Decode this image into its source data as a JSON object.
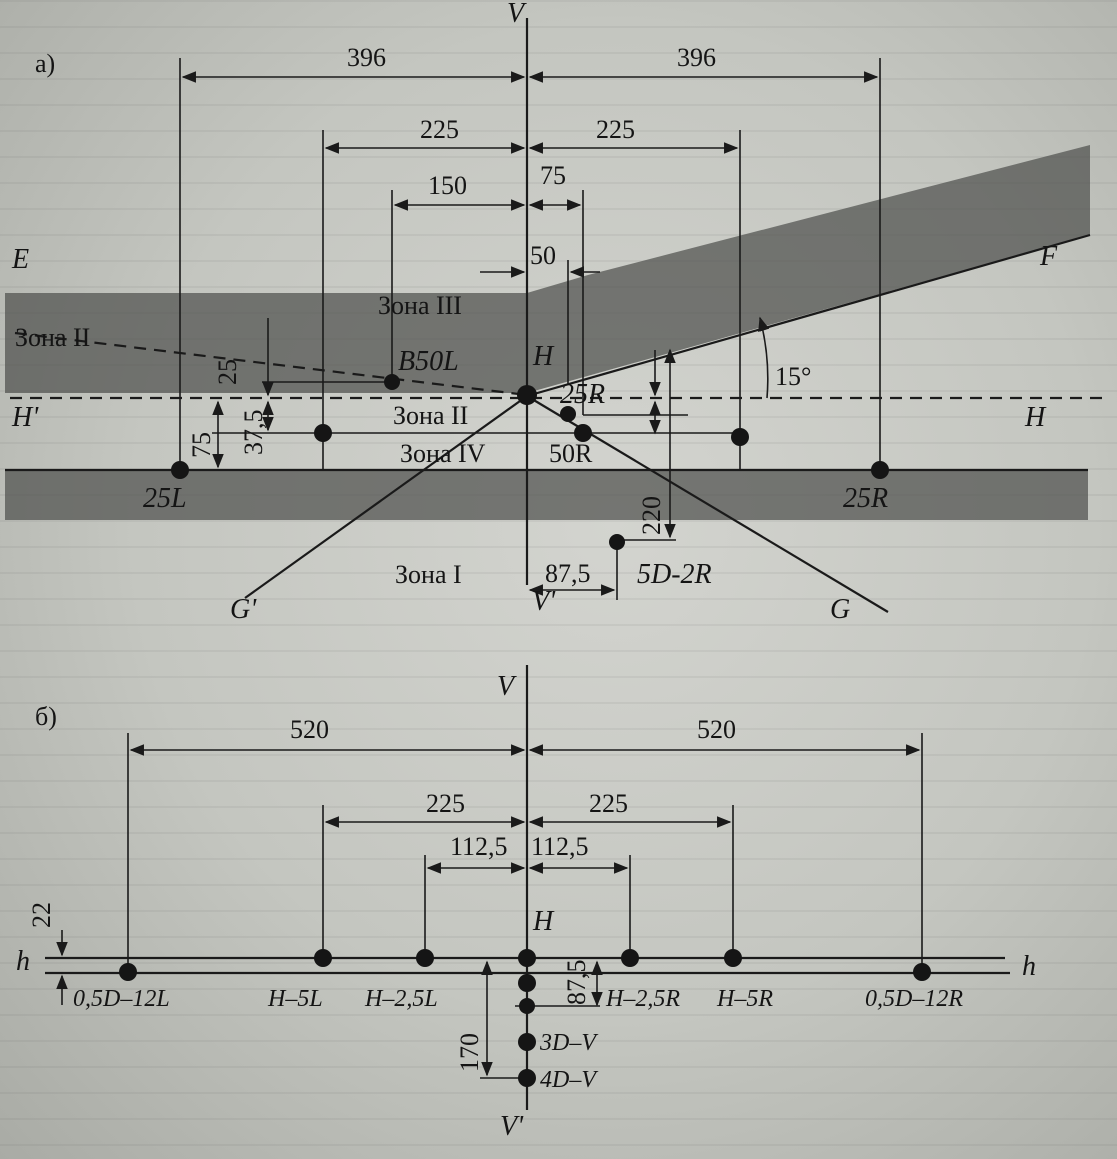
{
  "part_a": {
    "label": "а)",
    "axis_top": "V",
    "axis_bottom": "V'",
    "dim_396_left": "396",
    "dim_396_right": "396",
    "dim_225_left": "225",
    "dim_225_right": "225",
    "dim_150": "150",
    "dim_75": "75",
    "dim_50": "50",
    "dim_25": "25",
    "dim_37_5": "37,5",
    "dim_75_vert": "75",
    "dim_220": "220",
    "dim_87_5": "87,5",
    "angle": "15°",
    "letter_E": "E",
    "letter_F": "F",
    "letter_H_prime": "H'",
    "letter_H_right": "H",
    "letter_H_center": "H",
    "letter_G_prime": "G'",
    "letter_G": "G",
    "zone_3": "Зона III",
    "zone_2_left": "Зона II",
    "zone_2": "Зона II",
    "zone_4": "Зона IV",
    "zone_1": "Зона I",
    "pt_B50L": "B50L",
    "pt_25R_small": "25R",
    "pt_50R": "50R",
    "pt_25L": "25L",
    "pt_25R": "25R",
    "pt_5D2R": "5D-2R"
  },
  "part_b": {
    "label": "б)",
    "axis_top": "V",
    "axis_bottom": "V'",
    "dim_520_left": "520",
    "dim_520_right": "520",
    "dim_225_left": "225",
    "dim_225_right": "225",
    "dim_112_left": "112,5",
    "dim_112_right": "112,5",
    "dim_22": "22",
    "dim_87_5": "87,5",
    "dim_170": "170",
    "letter_h_left": "h",
    "letter_h_right": "h",
    "letter_H": "H",
    "pt_05D12L": "0,5D–12L",
    "pt_H5L": "H–5L",
    "pt_H25L": "H–2,5L",
    "pt_H25R": "H–2,5R",
    "pt_H5R": "H–5R",
    "pt_05D12R": "0,5D–12R",
    "pt_3DV": "3D–V",
    "pt_4DV": "4D–V"
  }
}
